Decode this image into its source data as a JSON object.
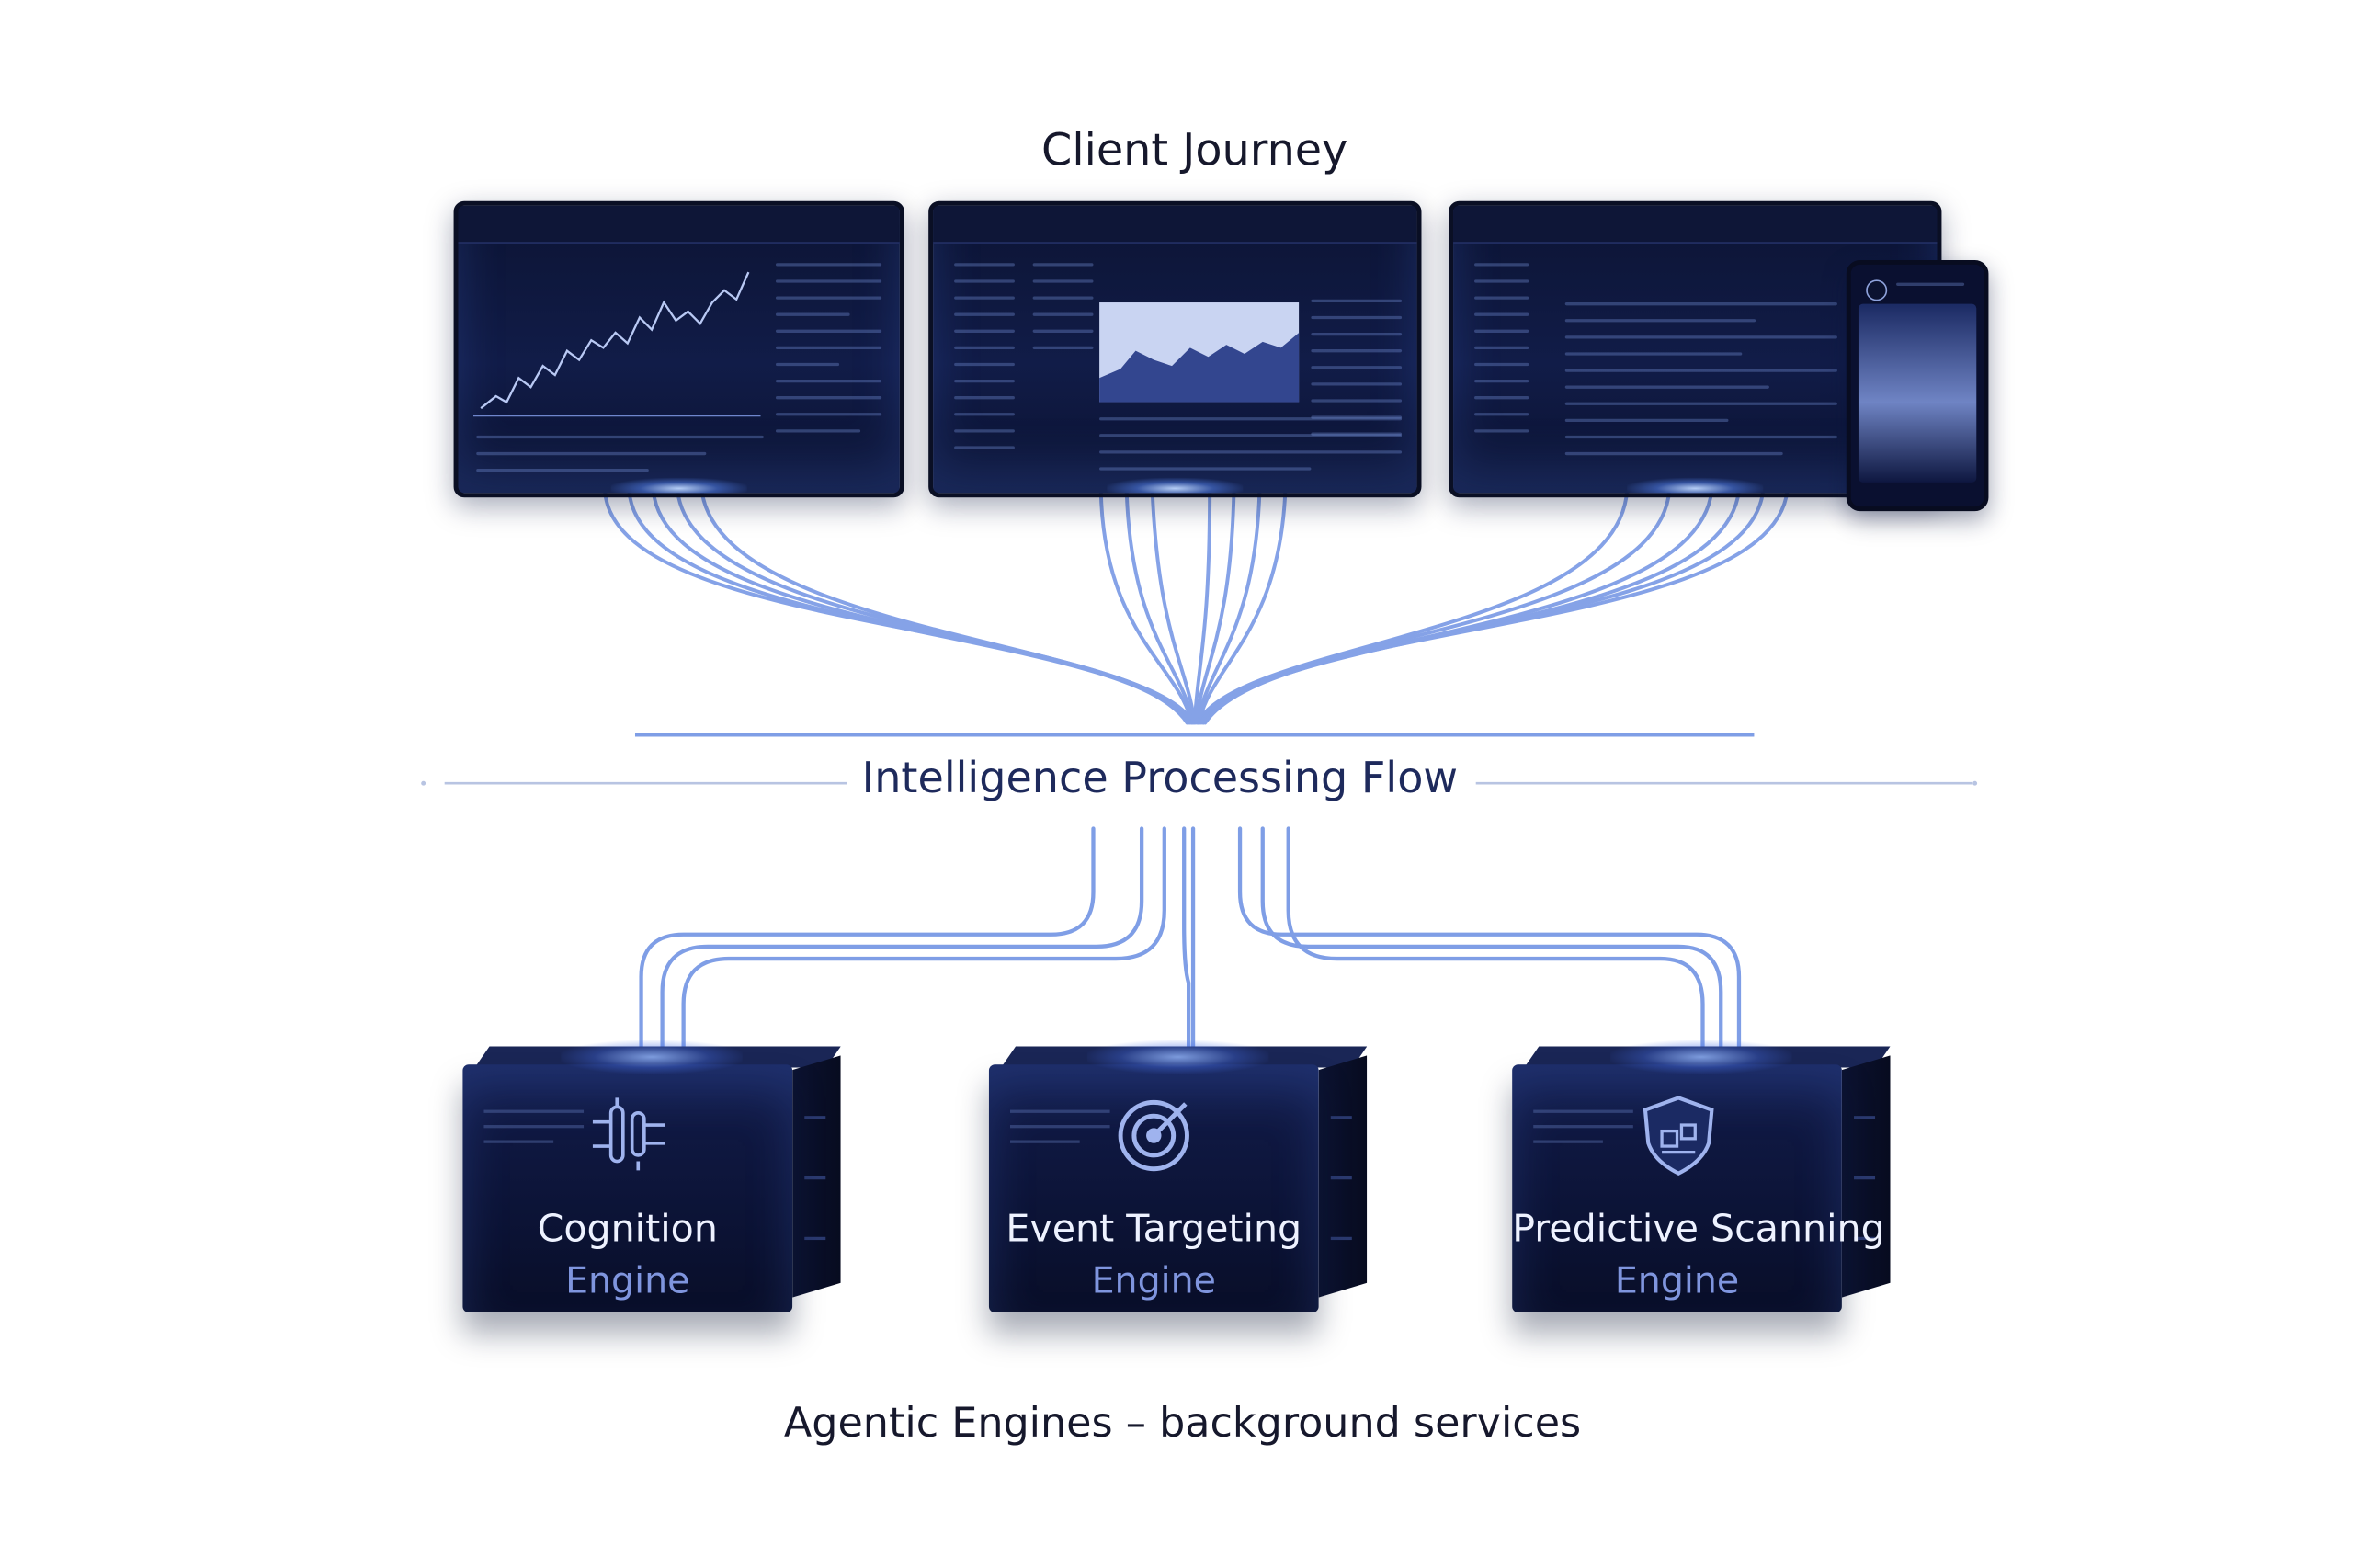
{
  "titles": {
    "client_journey": "Client Journey",
    "processing_flow": "Intelligence Processing Flow",
    "footer": "Agentic Engines – background services"
  },
  "engines": [
    {
      "name": "Cognition",
      "suffix": "Engine",
      "icon": "circuit-icon"
    },
    {
      "name": "Event Targeting",
      "suffix": "Engine",
      "icon": "target-icon"
    },
    {
      "name": "Predictive Scanning",
      "suffix": "Engine",
      "icon": "shield-icon"
    }
  ],
  "colors": {
    "wire": "#7f9ee6",
    "panel": "#0c1434",
    "accent": "#7f95de",
    "heading": "#1e2a5c"
  }
}
